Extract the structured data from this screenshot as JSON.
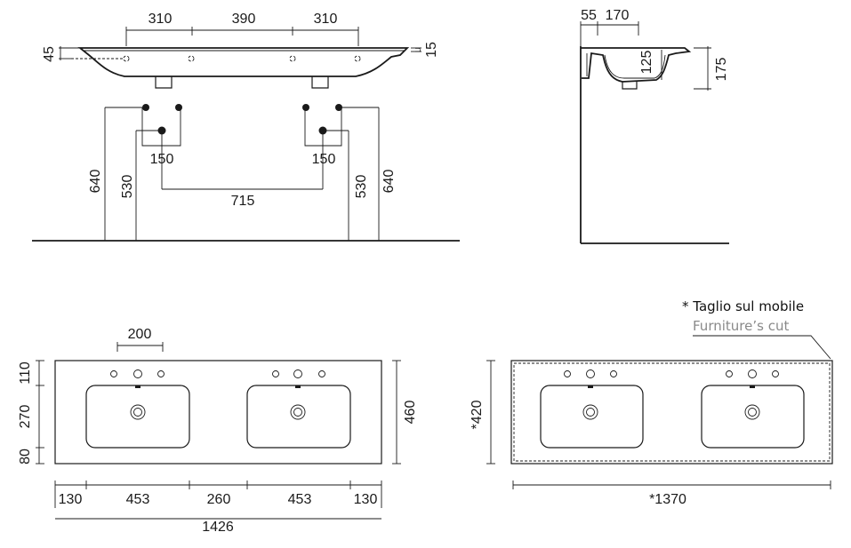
{
  "front_view": {
    "top_dims": [
      "310",
      "390",
      "310"
    ],
    "side_left": "45",
    "side_right_small": "u",
    "side_right": "15",
    "left_heights": [
      "640",
      "530"
    ],
    "right_heights": [
      "530",
      "640"
    ],
    "spacing_left": "150",
    "spacing_right": "150",
    "center_distance": "715"
  },
  "side_view": {
    "top_dims": [
      "55",
      "170"
    ],
    "inner_depth": "125",
    "total_height": "175"
  },
  "plan_view": {
    "tap_spacing": "200",
    "height_dims": [
      "110",
      "270",
      "80"
    ],
    "total_depth": "460",
    "bottom_dims": [
      "130",
      "453",
      "260",
      "453",
      "130"
    ],
    "total_width": "1426"
  },
  "cut_view": {
    "title": "* Taglio sul mobile",
    "subtitle": "Furniture’s cut",
    "depth": "*420",
    "width": "*1370"
  }
}
